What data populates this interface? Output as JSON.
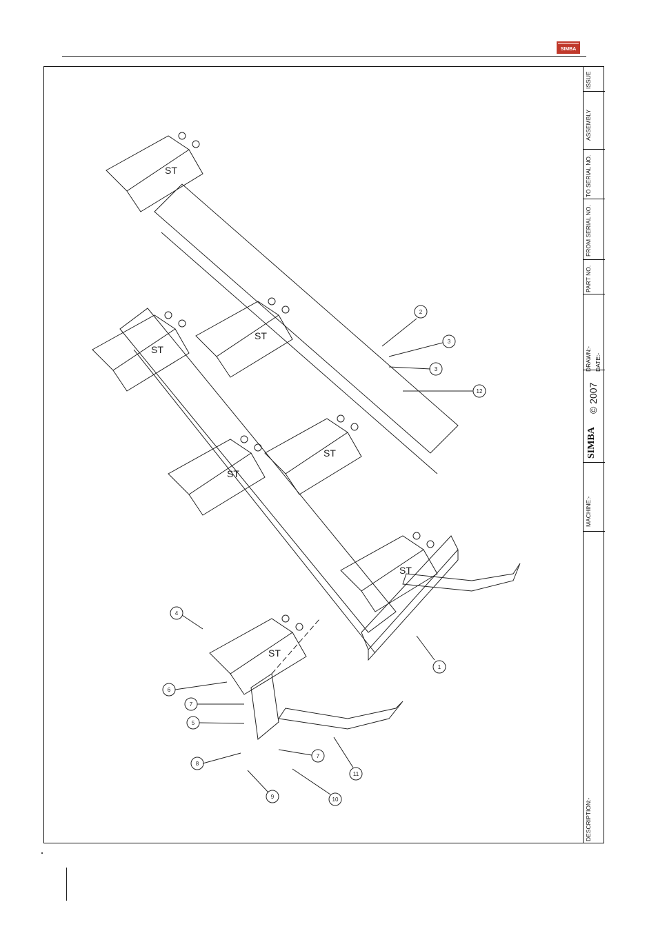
{
  "header": {
    "logo_text": "SIMBA"
  },
  "title_block": {
    "issue_label": "ISSUE",
    "assembly_label": "ASSEMBLY",
    "to_serial_label": "TO SERIAL NO.",
    "from_serial_label": "FROM SERIAL NO.",
    "part_no_label": "PART NO.",
    "drawn_label": "DRAWN:-",
    "date_label": "DATE:-",
    "copyright": "© 2007",
    "brand": "SIMBA",
    "machine_label": "MACHINE:-",
    "description_label": "DESCRIPTION:-"
  },
  "drawing": {
    "frame_label": "ST",
    "callouts": [
      "1",
      "2",
      "3",
      "3",
      "4",
      "5",
      "6",
      "7",
      "7",
      "8",
      "9",
      "10",
      "11",
      "12"
    ]
  }
}
